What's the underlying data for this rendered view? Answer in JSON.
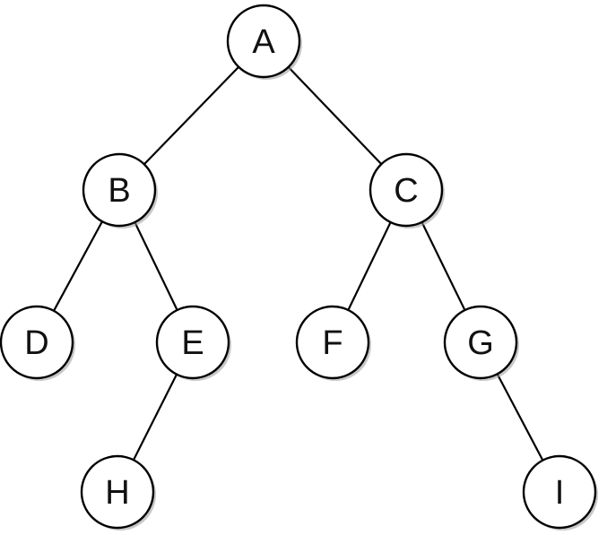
{
  "tree": {
    "nodes": [
      {
        "id": "A",
        "label": "A"
      },
      {
        "id": "B",
        "label": "B"
      },
      {
        "id": "C",
        "label": "C"
      },
      {
        "id": "D",
        "label": "D"
      },
      {
        "id": "E",
        "label": "E"
      },
      {
        "id": "F",
        "label": "F"
      },
      {
        "id": "G",
        "label": "G"
      },
      {
        "id": "H",
        "label": "H"
      },
      {
        "id": "I",
        "label": "I"
      }
    ],
    "edges": [
      {
        "from": "A",
        "to": "B"
      },
      {
        "from": "A",
        "to": "C"
      },
      {
        "from": "B",
        "to": "D"
      },
      {
        "from": "B",
        "to": "E"
      },
      {
        "from": "E",
        "to": "H"
      },
      {
        "from": "C",
        "to": "F"
      },
      {
        "from": "C",
        "to": "G"
      },
      {
        "from": "G",
        "to": "I"
      }
    ]
  },
  "colors": {
    "stroke": "#000000",
    "fill": "#ffffff",
    "shadow": "#9a9a9a"
  }
}
